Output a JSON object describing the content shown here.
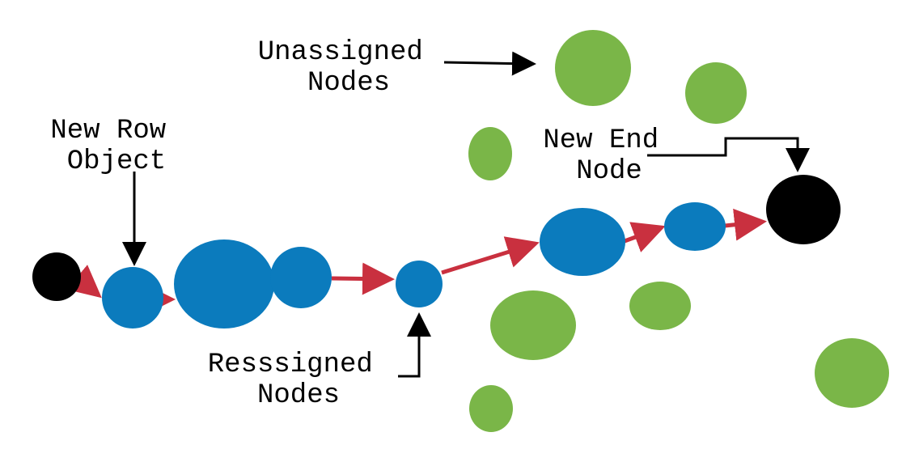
{
  "colors": {
    "blue": "#0b7bbd",
    "green": "#7ab648",
    "black": "#000000",
    "red": "#c9303f"
  },
  "labels": {
    "unassigned_line1": "Unassigned",
    "unassigned_line2": "Nodes",
    "new_row_line1": "New Row",
    "new_row_line2": "Object",
    "new_end_line1": "New End",
    "new_end_line2": "Node",
    "reassigned_line1": "Resssigned",
    "reassigned_line2": "Nodes"
  }
}
